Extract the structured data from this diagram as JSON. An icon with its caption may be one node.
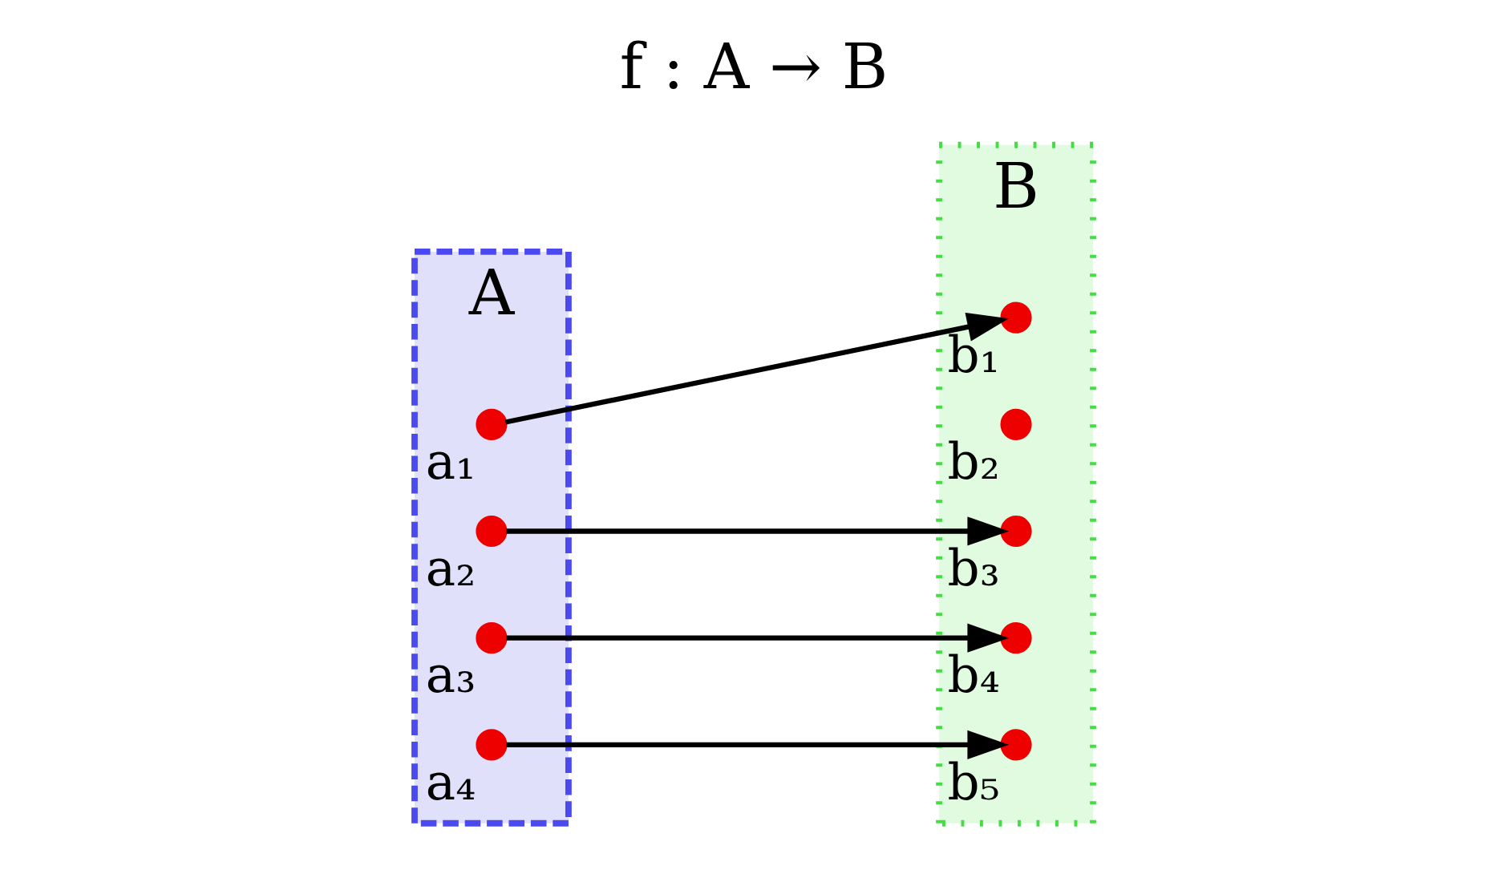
{
  "diagram": {
    "title": "f : A → B",
    "nodes": [
      {
        "text": [
          "A"
        ]
      },
      {
        "text": [],
        "shape": "circle",
        "beside": [
          "a₁"
        ],
        "in": 0
      },
      {
        "text": [],
        "shape": "circle",
        "beside": [
          "a₂"
        ],
        "in": 0
      },
      {
        "text": [],
        "shape": "circle",
        "beside": [
          "a₃"
        ],
        "in": 0
      },
      {
        "text": [],
        "shape": "circle",
        "beside": [
          "a₄"
        ],
        "in": 0
      },
      {
        "text": [
          "B"
        ]
      },
      {
        "text": [],
        "shape": "circle",
        "beside": [
          "b₁"
        ],
        "in": 5
      },
      {
        "text": [],
        "shape": "circle",
        "beside": [
          "b₂"
        ],
        "in": 5
      },
      {
        "text": [],
        "shape": "circle",
        "beside": [
          "b₃"
        ],
        "in": 5
      },
      {
        "text": [],
        "shape": "circle",
        "beside": [
          "b₄"
        ],
        "in": 5
      },
      {
        "text": [],
        "shape": "circle",
        "beside": [
          "b₅"
        ],
        "in": 5
      }
    ],
    "edges": [
      {
        "from": 1,
        "to": 6,
        "arrow": "to"
      },
      {
        "from": 2,
        "to": 8,
        "arrow": "to"
      },
      {
        "from": 3,
        "to": 9,
        "arrow": "to"
      },
      {
        "from": 4,
        "to": 10,
        "arrow": "to"
      }
    ]
  }
}
